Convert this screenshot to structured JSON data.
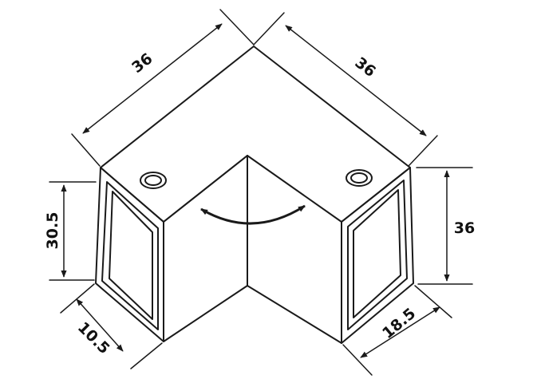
{
  "diagram": {
    "subject": "corner clamp technical drawing",
    "line_color": "#1a1a1a",
    "dimensions": {
      "top_left_length": "36",
      "top_right_length": "36",
      "left_height": "30.5",
      "right_height": "36",
      "left_depth": "10.5",
      "right_depth": "18.5"
    },
    "features": {
      "mounting_holes": 2,
      "rotation_indicator": "double-arrow-curved"
    }
  }
}
